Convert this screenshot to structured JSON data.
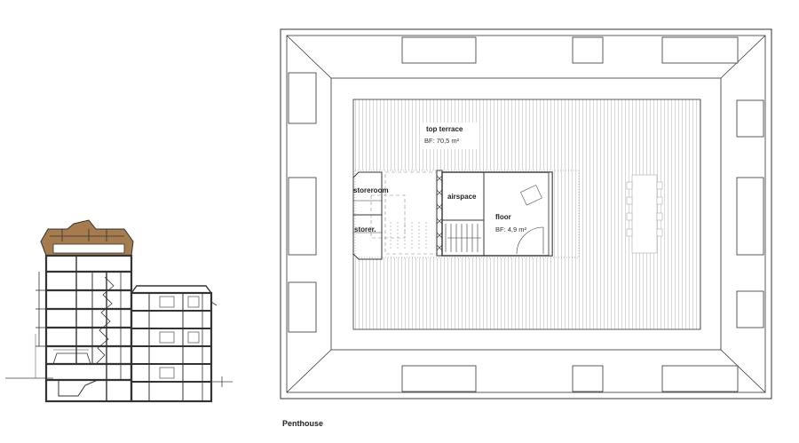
{
  "plan": {
    "rooms": {
      "top_terrace": {
        "name": "top terrace",
        "area": "BF:  70,5 m²"
      },
      "storeroom": {
        "name": "storeroom"
      },
      "storer": {
        "name": "storer."
      },
      "airspace": {
        "name": "airspace"
      },
      "floor": {
        "name": "floor",
        "area": "BF:  4,9 m²"
      }
    }
  },
  "caption": "Penthouse",
  "colors": {
    "line": "#333333",
    "highlight": "#a67c4e",
    "hatch": "#bdbdbd"
  }
}
